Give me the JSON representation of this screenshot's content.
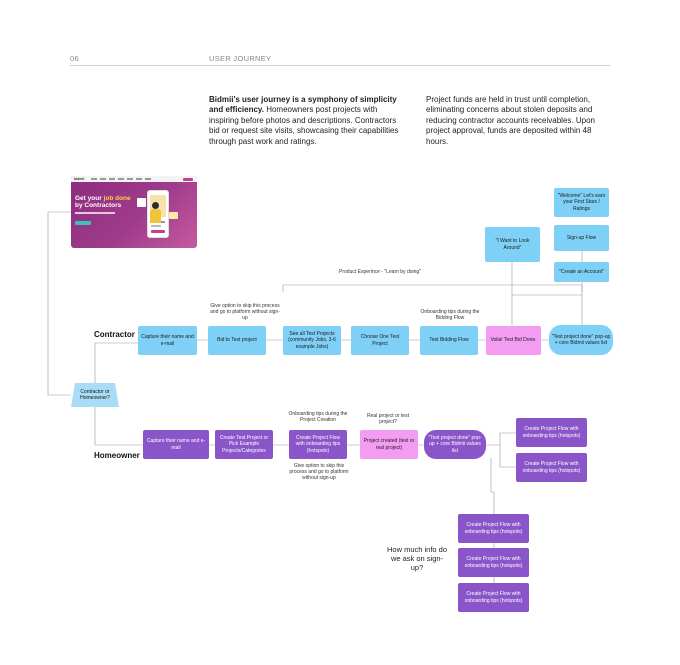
{
  "header": {
    "page_number": "06",
    "section_title": "USER JOURNEY"
  },
  "intro": {
    "left_bold": "Bidmii's user journey is a symphony of simplicity and efficiency.",
    "left_rest": " Homeowners post projects with inspiring before photos and descriptions. Contractors bid or request site visits, showcasing their capabilities through past work and ratings.",
    "right": "Project funds are held in trust until completion, eliminating concerns about stolen deposits and reducing contractor accounts receivables. Upon project approval, funds are deposited within 48 hours."
  },
  "mockup": {
    "logo": "bidmii",
    "headline_1": "Get your ",
    "headline_accent": "job done",
    "headline_2": "by Contractors"
  },
  "decision": {
    "label": "Contractor or Homeowner?"
  },
  "contractor": {
    "lane_label": "Contractor",
    "group_label": "Product Experince - \"Learn by doing\"",
    "steps": [
      "Capture their name and e-mail",
      "Bid to Test project",
      "See all Test Projects (community Jobs, 3-6 example Jobs)",
      "Choose One Test Project",
      "Test Bidding Flow",
      "Voila! Test Bid Done.",
      "\"Test project done\" pop-up + core Bidmii values list"
    ],
    "note_skip": "Give option to skip this process and go to platform without sign-up",
    "note_onboarding": "Onboarding tips during the Bidding Flow",
    "branch": [
      "\"I Want to Look Around\"",
      "\"Welcome\" Let's earn your First Stars / Ratings",
      "Sign-up Flow",
      "\"Create an Account\""
    ]
  },
  "homeowner": {
    "lane_label": "Homeowner",
    "steps": [
      "Capture their name and e-mail",
      "Create Test Project or Pick Example Projects/Categories",
      "Create Project Flow with onboarding tips (hotspots)",
      "Project created (test or real project)",
      "\"Test project done\" pop-up + core Bidmii values list"
    ],
    "note_onboarding": "Onboarding tips during the Project Creation",
    "note_real": "Real project or test project?",
    "note_skip": "Give option to skip this process and go to platform without sign-up",
    "right_flows": [
      "Create Project Flow with onboarding tips (hotspots)",
      "Create Project Flow with onboarding tips (hotspots)"
    ],
    "lower_flows": [
      "Create Project Flow with onboarding tips (hotspots)",
      "Create Project Flow with onboarding tips (hotspots)",
      "Create Project Flow with onboarding tips (hotspots)"
    ],
    "question": "How much info do we ask on sign-up?"
  },
  "colors": {
    "blue": "#7fd0f7",
    "purple": "#8a55c9",
    "pink": "#f39cf1",
    "decision": "#a9ddf7",
    "mockup": "#a03b8a"
  }
}
